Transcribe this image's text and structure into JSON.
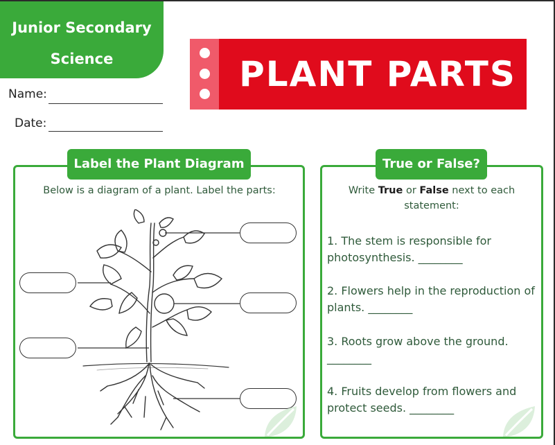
{
  "header": {
    "subject_line1": "Junior Secondary",
    "subject_line2": "Science"
  },
  "fields": {
    "name_label": "Name:",
    "date_label": "Date:"
  },
  "title": "PLANT PARTS",
  "left_panel": {
    "heading": "Label the Plant Diagram",
    "instruction": "Below is a diagram of a plant. Label the parts:"
  },
  "right_panel": {
    "heading": "True or False?",
    "instruction_pre": "Write ",
    "instruction_true": "True",
    "instruction_mid": " or ",
    "instruction_false": "False",
    "instruction_post": " next to each statement:",
    "statements": [
      {
        "text": "1. The stem is responsible for photosynthesis.",
        "blank": "________"
      },
      {
        "text": "2. Flowers help in the reproduction of plants.",
        "blank": "________"
      },
      {
        "text": "3. Roots grow above the ground.",
        "blank": "________"
      },
      {
        "text": "4. Fruits develop from flowers and protect seeds.",
        "blank": "________"
      }
    ]
  },
  "colors": {
    "green": "#3aaa3a",
    "red": "#e00b1c",
    "pink": "#f05a6a",
    "text_green": "#2f5a3a"
  },
  "icons": [
    "plant-diagram",
    "leaf-decoration-icon"
  ]
}
